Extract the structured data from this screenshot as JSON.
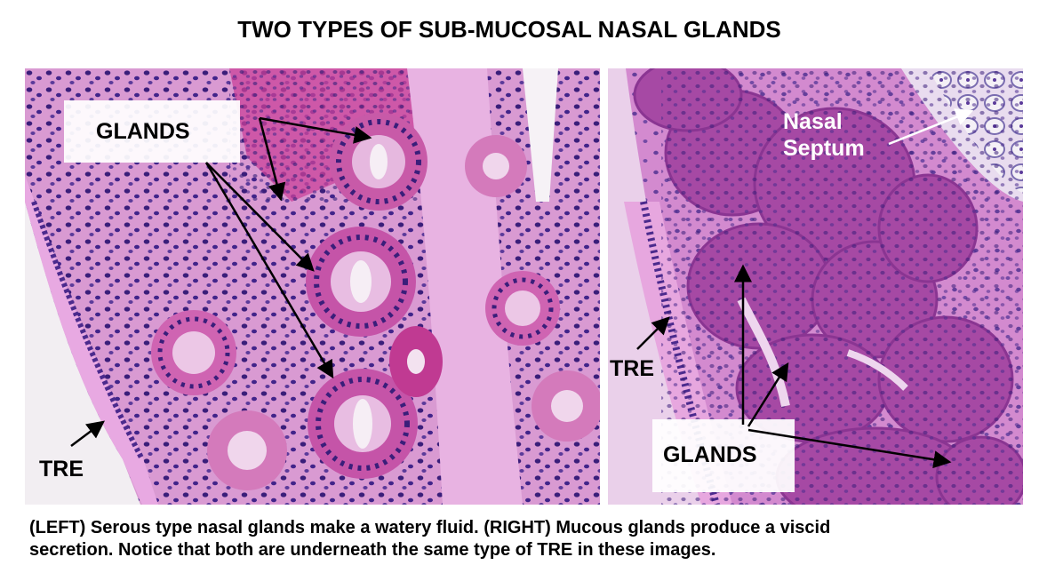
{
  "title": "TWO TYPES OF SUB-MUCOSAL NASAL GLANDS",
  "left_panel": {
    "label_glands": "GLANDS",
    "label_tre": "TRE"
  },
  "right_panel": {
    "label_septum_line1": "Nasal",
    "label_septum_line2": "Septum",
    "label_tre": "TRE",
    "label_glands": "GLANDS"
  },
  "caption": {
    "line1": "(LEFT) Serous type nasal glands make a watery fluid.  (RIGHT) Mucous glands produce a viscid",
    "line2": "secretion.  Notice that both are underneath the same type of TRE in these images."
  },
  "colors": {
    "stroma": "#d98fd0",
    "nucleus": "#3a1e7a",
    "serous_acinus": "#c4409a",
    "mucous_lobule": "#a84aa6",
    "lumen": "#f4e8f2",
    "arrow": "#000000"
  }
}
